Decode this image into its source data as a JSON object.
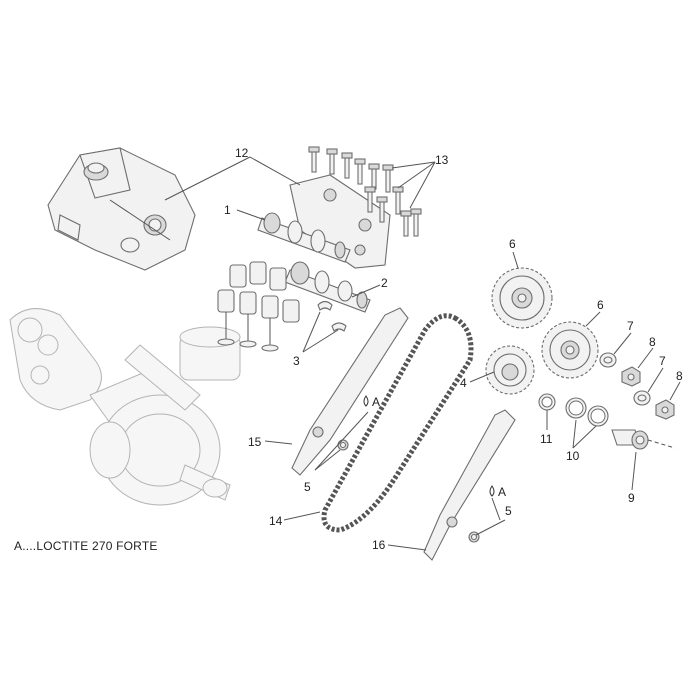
{
  "callouts": {
    "c1": "1",
    "c2": "2",
    "c3": "3",
    "c4": "4",
    "c5a": "5",
    "c5b": "5",
    "c6a": "6",
    "c6b": "6",
    "c7a": "7",
    "c7b": "7",
    "c8a": "8",
    "c8b": "8",
    "c9": "9",
    "c10": "10",
    "c11": "11",
    "c12": "12",
    "c13": "13",
    "c14": "14",
    "c15": "15",
    "c16": "16",
    "markA1": "A",
    "markA2": "A"
  },
  "note": "A....LOCTITE 270 FORTE"
}
